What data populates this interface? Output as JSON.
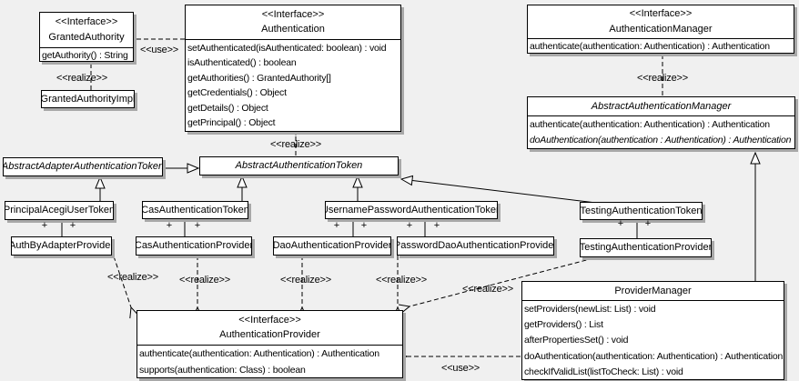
{
  "background": "#f0f0f0",
  "accent_colors": {
    "line": "#000000",
    "box_fill": "#ffffff",
    "shadow": "#a8a8a8"
  },
  "labels": {
    "use": "<<use>>",
    "realize": "<<realize>>",
    "plus": "+"
  },
  "classes": {
    "granted_authority": {
      "stereotype": "<<Interface>>",
      "name": "GrantedAuthority",
      "methods": [
        "getAuthority() : String"
      ]
    },
    "granted_authority_impl": {
      "name": "GrantedAuthorityImpl"
    },
    "authentication": {
      "stereotype": "<<Interface>>",
      "name": "Authentication",
      "methods": [
        "setAuthenticated(isAuthenticated: boolean) : void",
        "isAuthenticated() : boolean",
        "getAuthorities() : GrantedAuthority[]",
        "getCredentials() : Object",
        "getDetails() : Object",
        "getPrincipal() : Object"
      ]
    },
    "authentication_manager": {
      "stereotype": "<<Interface>>",
      "name": "AuthenticationManager",
      "methods": [
        "authenticate(authentication: Authentication) : Authentication"
      ]
    },
    "abstract_authentication_manager": {
      "name": "AbstractAuthenticationManager",
      "methods": [
        "authenticate(authentication: Authentication) : Authentication",
        "doAuthentication(authentication : Authentication) : Authentication"
      ]
    },
    "abstract_adapter_authentication_token": {
      "name": "AbstractAdapterAuthenticationToken"
    },
    "abstract_authentication_token": {
      "name": "AbstractAuthenticationToken"
    },
    "principal_acegi_user_token": {
      "name": "PrincipalAcegiUserToken"
    },
    "cas_authentication_token": {
      "name": "CasAuthenticationToken"
    },
    "username_password_authentication_token": {
      "name": "UsernamePasswordAuthenticationToken"
    },
    "testing_authentication_token": {
      "name": "TestingAuthenticationToken"
    },
    "auth_by_adapter_provider": {
      "name": "AuthByAdapterProvider"
    },
    "cas_authentication_provider": {
      "name": "CasAuthenticationProvider"
    },
    "dao_authentication_provider": {
      "name": "DaoAuthenticationProvider"
    },
    "password_dao_authentication_provider": {
      "name": "PasswordDaoAuthenticationProvider"
    },
    "testing_authentication_provider": {
      "name": "TestingAuthenticationProvider"
    },
    "authentication_provider": {
      "stereotype": "<<Interface>>",
      "name": "AuthenticationProvider",
      "methods": [
        "authenticate(authentication: Authentication) : Authentication",
        "supports(authentication: Class) : boolean"
      ]
    },
    "provider_manager": {
      "name": "ProviderManager",
      "methods": [
        "setProviders(newList: List) : void",
        "getProviders() : List",
        "afterPropertiesSet() : void",
        "doAuthentication(authentication: Authentication) : Authentication",
        "checkIfValidList(listToCheck: List) : void"
      ]
    }
  }
}
